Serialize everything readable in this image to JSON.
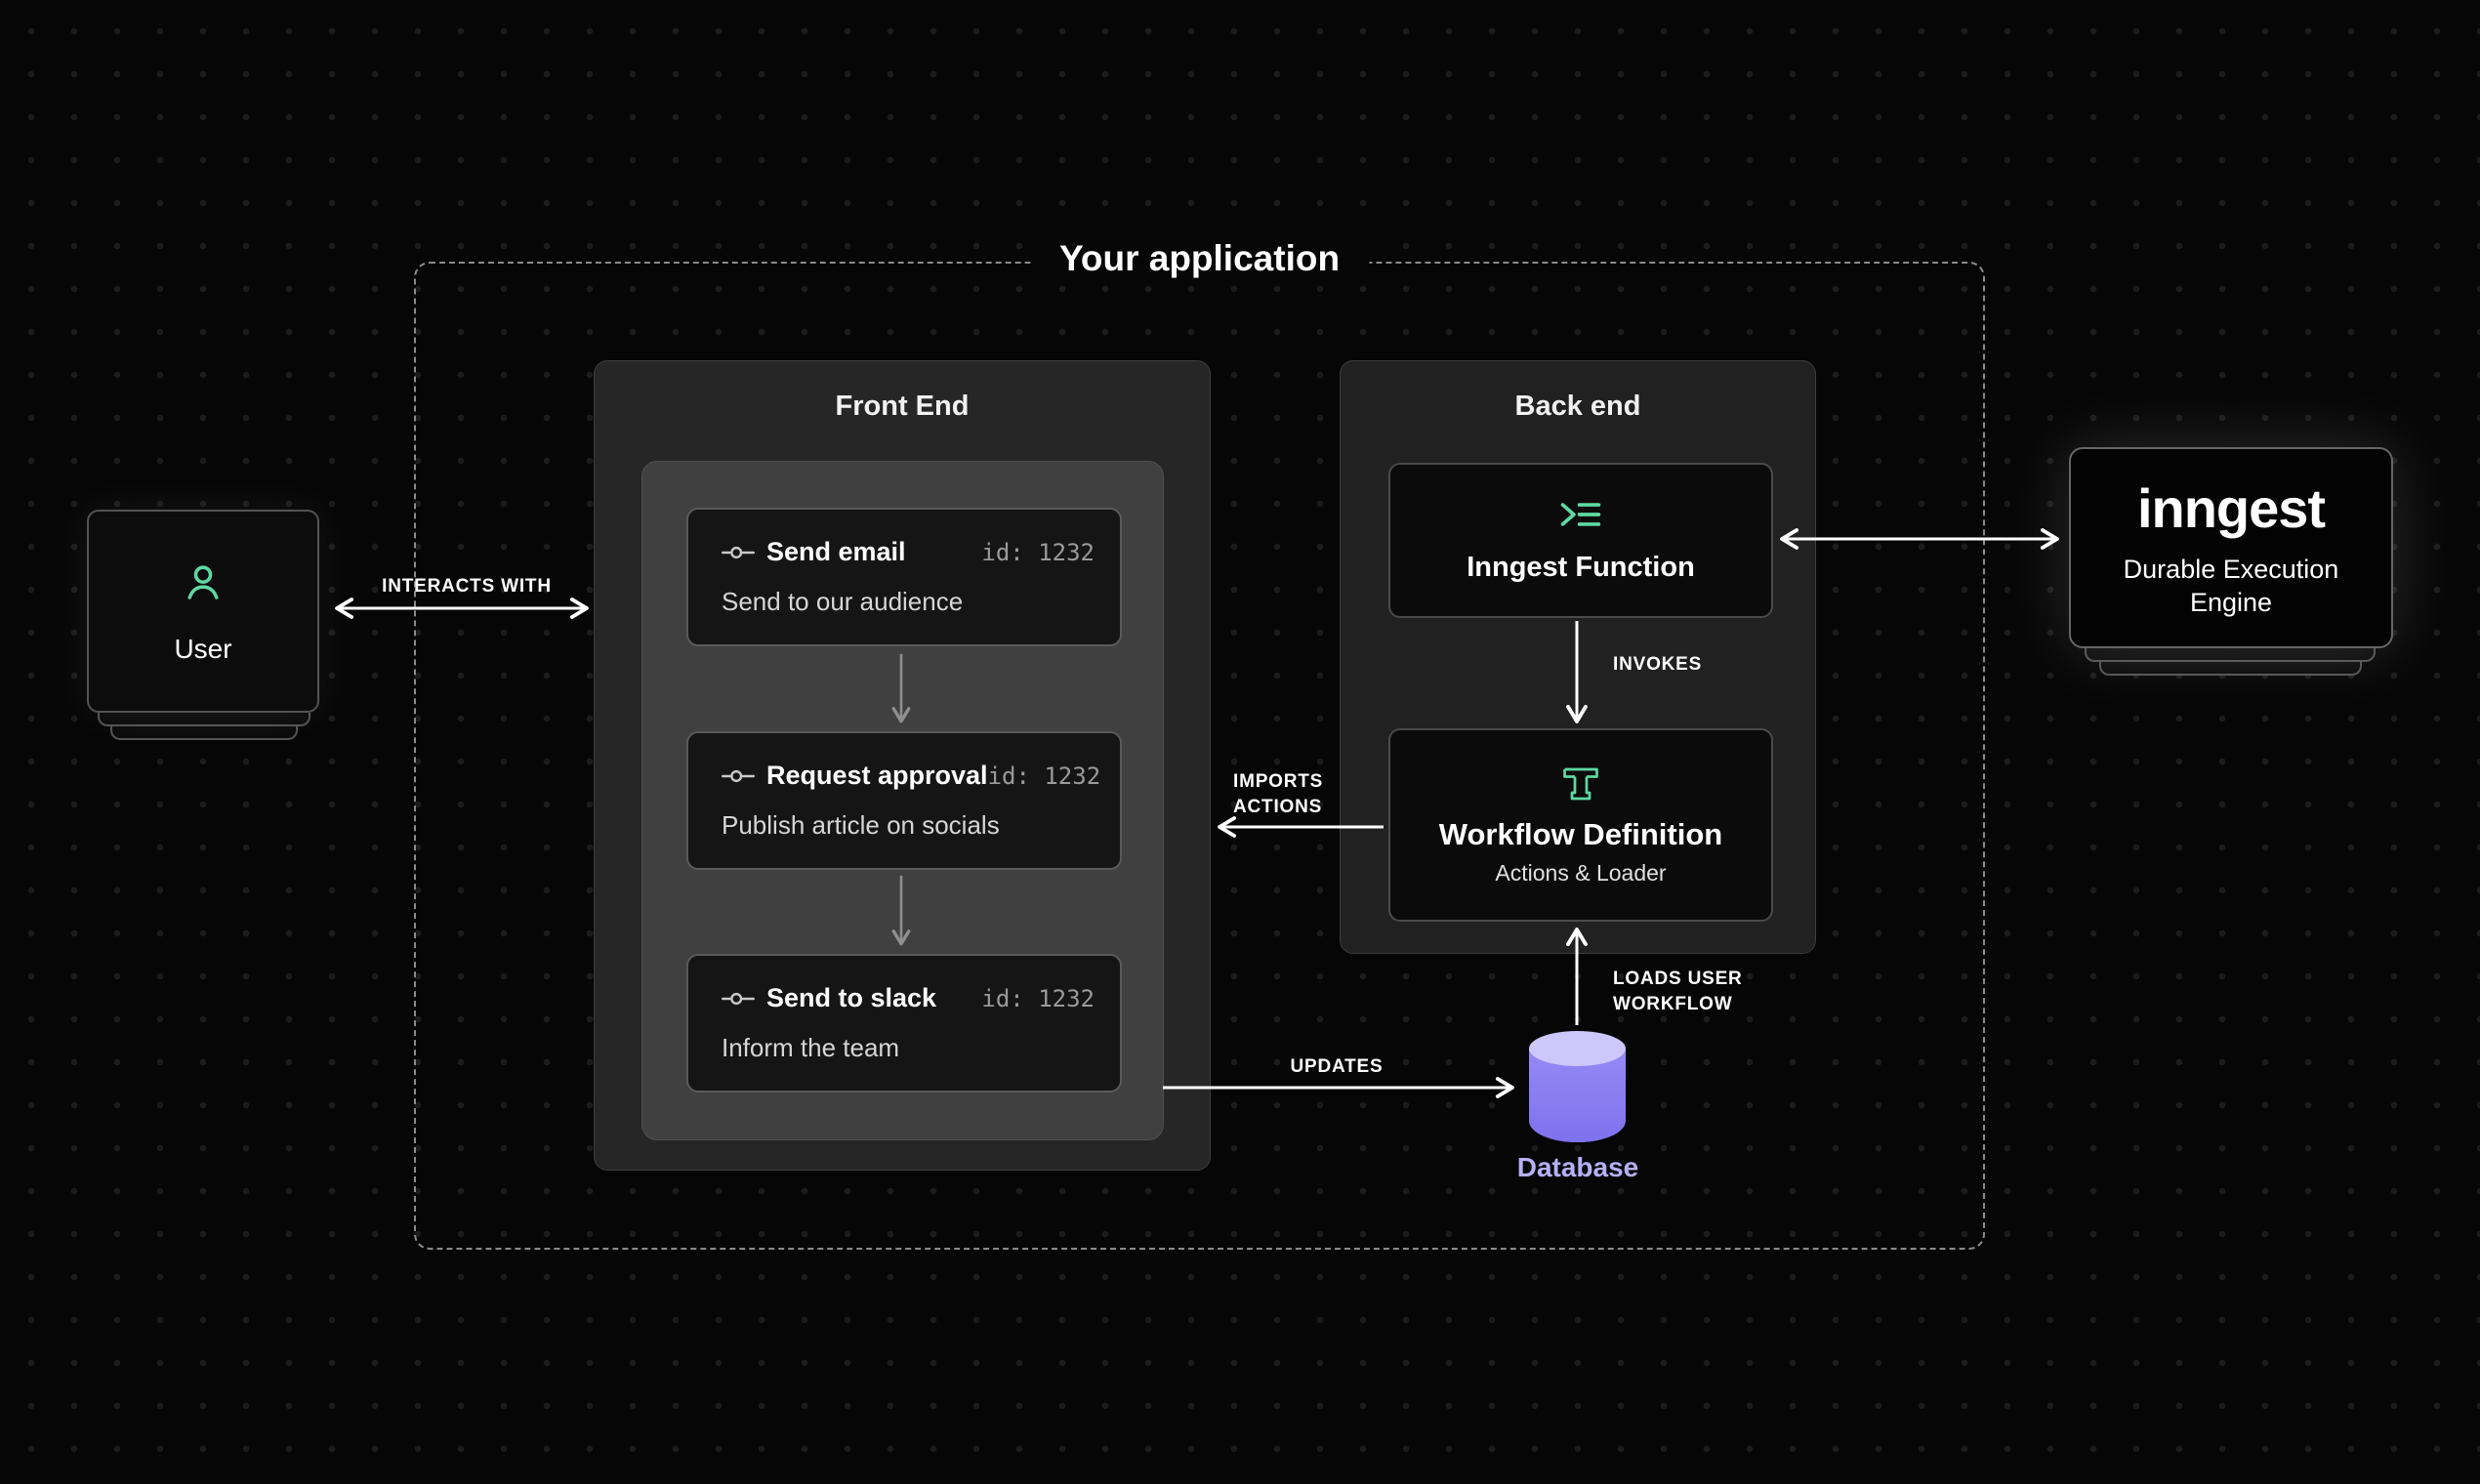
{
  "colors": {
    "background": "#060606",
    "accent_green": "#5ed9a2",
    "accent_purple": "#8b7ff2",
    "database_label": "#b7aff7",
    "arrow_white": "#ffffff",
    "arrow_gray": "#8f8f8f"
  },
  "app_boundary": {
    "title": "Your application"
  },
  "user": {
    "label": "User",
    "icon": "user-icon"
  },
  "front_end": {
    "title": "Front End",
    "steps": [
      {
        "icon": "step-node-icon",
        "title": "Send email",
        "id": "id: 1232",
        "description": "Send to our audience"
      },
      {
        "icon": "step-node-icon",
        "title": "Request approval",
        "id": "id: 1232",
        "description": "Publish article on socials"
      },
      {
        "icon": "step-node-icon",
        "title": "Send to slack",
        "id": "id: 1232",
        "description": "Inform the team"
      }
    ]
  },
  "back_end": {
    "title": "Back end",
    "inngest_function": {
      "label": "Inngest Function",
      "icon": "code-list-icon"
    },
    "workflow_definition": {
      "title": "Workflow Definition",
      "subtitle": "Actions & Loader",
      "icon": "pipe-tee-icon"
    }
  },
  "database": {
    "label": "Database",
    "icon": "database-cylinder-icon"
  },
  "inngest_engine": {
    "logo": "inngest",
    "subtitle": "Durable Execution Engine"
  },
  "edge_labels": {
    "interacts_with": "INTERACTS WITH",
    "invokes": "INVOKES",
    "imports_actions": [
      "IMPORTS",
      "ACTIONS"
    ],
    "updates": "UPDATES",
    "loads_user_workflow": [
      "LOADS USER",
      "WORKFLOW"
    ]
  }
}
